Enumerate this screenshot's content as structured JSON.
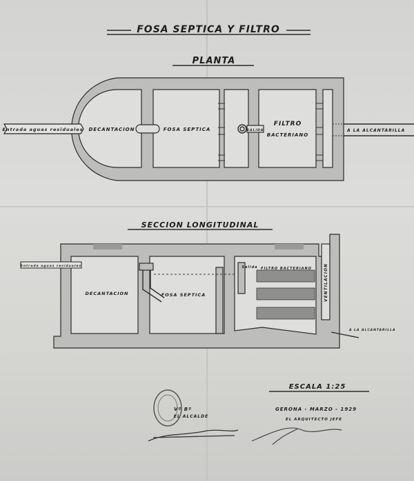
{
  "title": "FOSA SEPTICA Y FILTRO",
  "plan": {
    "heading": "PLANTA",
    "inlet_label": "Entrada aguas residuales",
    "decantation": "DECANTACION",
    "septic_tank": "FOSA SEPTICA",
    "outlet": "SALIDA",
    "filter_line1": "FILTRO",
    "filter_line2": "BACTERIANO",
    "to_sewer": "A LA ALCANTARILLA"
  },
  "section": {
    "heading": "SECCION LONGITUDINAL",
    "inlet_label": "Entrada aguas residuales",
    "decantation": "DECANTACION",
    "septic_tank": "FOSA SEPTICA",
    "outlet": "Salida",
    "filter": "FILTRO BACTERIANO",
    "ventilation": "VENTILACION",
    "to_sewer": "A LA ALCANTARILLA"
  },
  "footer": {
    "scale": "ESCALA 1:25",
    "approval": "Vº Bº",
    "mayor": "EL ALCALDE",
    "place_date": "GERONA - MARZO - 1929",
    "architect": "EL ARQUITECTO JEFE"
  }
}
